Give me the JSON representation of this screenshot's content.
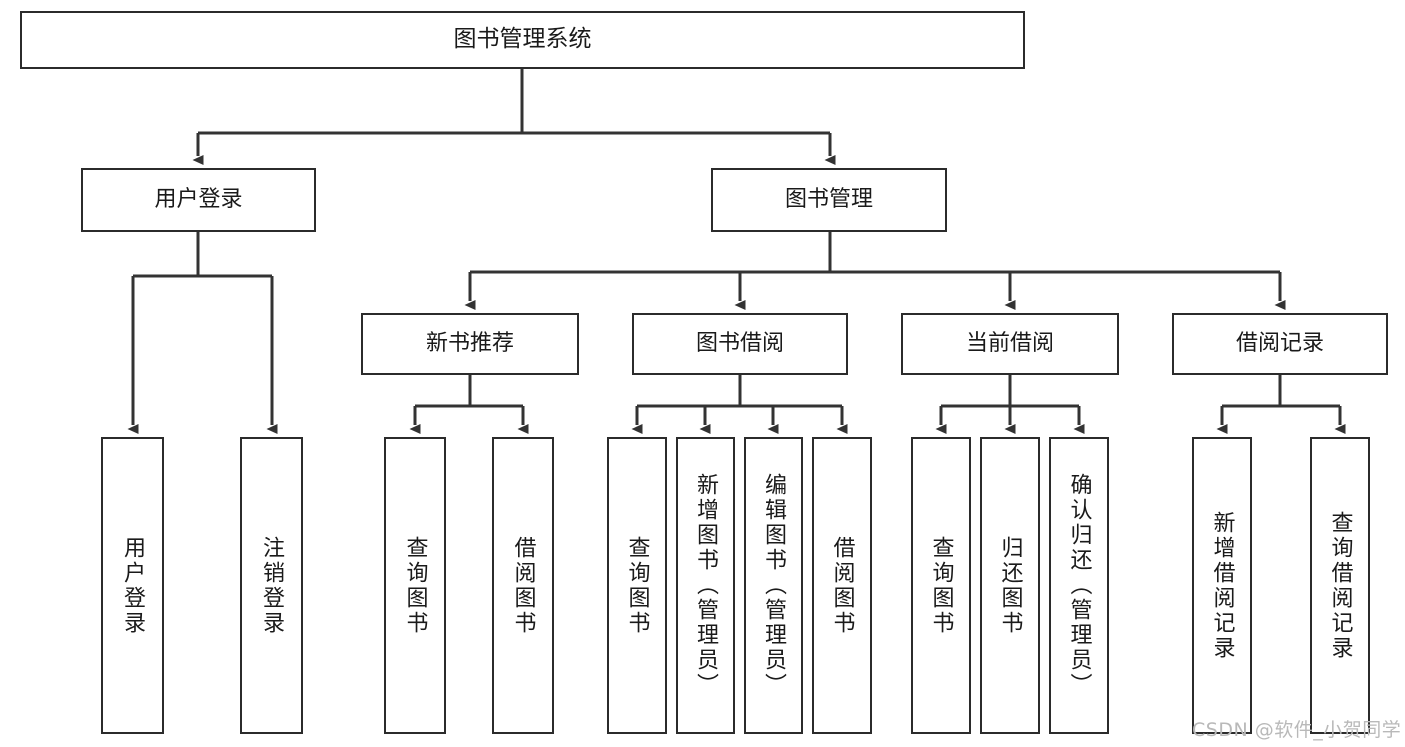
{
  "diagram": {
    "type": "tree-hierarchy",
    "title": "图书管理系统",
    "watermark": "CSDN @软件_小贺同学",
    "colors": {
      "box_border": "#2b2b2b",
      "box_fill": "#ffffff",
      "connector": "#333333",
      "text": "#1a1a1a",
      "watermark": "#b9b9b9",
      "background": "#ffffff"
    },
    "levels": {
      "level1": [
        {
          "id": "root",
          "label": "图书管理系统",
          "orientation": "horizontal"
        }
      ],
      "level2": [
        {
          "id": "user-login",
          "label": "用户登录",
          "orientation": "horizontal"
        },
        {
          "id": "book-management",
          "label": "图书管理",
          "orientation": "horizontal"
        }
      ],
      "level3": [
        {
          "id": "new-book-recommend",
          "label": "新书推荐",
          "orientation": "horizontal",
          "parent": "book-management"
        },
        {
          "id": "book-borrow",
          "label": "图书借阅",
          "orientation": "horizontal",
          "parent": "book-management"
        },
        {
          "id": "current-borrow",
          "label": "当前借阅",
          "orientation": "horizontal",
          "parent": "book-management"
        },
        {
          "id": "borrow-record",
          "label": "借阅记录",
          "orientation": "horizontal",
          "parent": "book-management"
        }
      ],
      "level4": [
        {
          "id": "leaf-user-login",
          "label": "用户登录",
          "orientation": "vertical",
          "parent": "user-login"
        },
        {
          "id": "leaf-logout",
          "label": "注销登录",
          "orientation": "vertical",
          "parent": "user-login"
        },
        {
          "id": "leaf-query-book-1",
          "label": "查询图书",
          "orientation": "vertical",
          "parent": "new-book-recommend"
        },
        {
          "id": "leaf-borrow-book-1",
          "label": "借阅图书",
          "orientation": "vertical",
          "parent": "new-book-recommend"
        },
        {
          "id": "leaf-query-book-2",
          "label": "查询图书",
          "orientation": "vertical",
          "parent": "book-borrow"
        },
        {
          "id": "leaf-add-book",
          "label": "新增图书（管理员）",
          "orientation": "vertical",
          "parent": "book-borrow"
        },
        {
          "id": "leaf-edit-book",
          "label": "编辑图书（管理员）",
          "orientation": "vertical",
          "parent": "book-borrow"
        },
        {
          "id": "leaf-borrow-book-2",
          "label": "借阅图书",
          "orientation": "vertical",
          "parent": "book-borrow"
        },
        {
          "id": "leaf-query-book-3",
          "label": "查询图书",
          "orientation": "vertical",
          "parent": "current-borrow"
        },
        {
          "id": "leaf-return-book",
          "label": "归还图书",
          "orientation": "vertical",
          "parent": "current-borrow"
        },
        {
          "id": "leaf-confirm-return",
          "label": "确认归还（管理员）",
          "orientation": "vertical",
          "parent": "current-borrow"
        },
        {
          "id": "leaf-add-record",
          "label": "新增借阅记录",
          "orientation": "vertical",
          "parent": "borrow-record"
        },
        {
          "id": "leaf-query-record",
          "label": "查询借阅记录",
          "orientation": "vertical",
          "parent": "borrow-record"
        }
      ]
    }
  }
}
